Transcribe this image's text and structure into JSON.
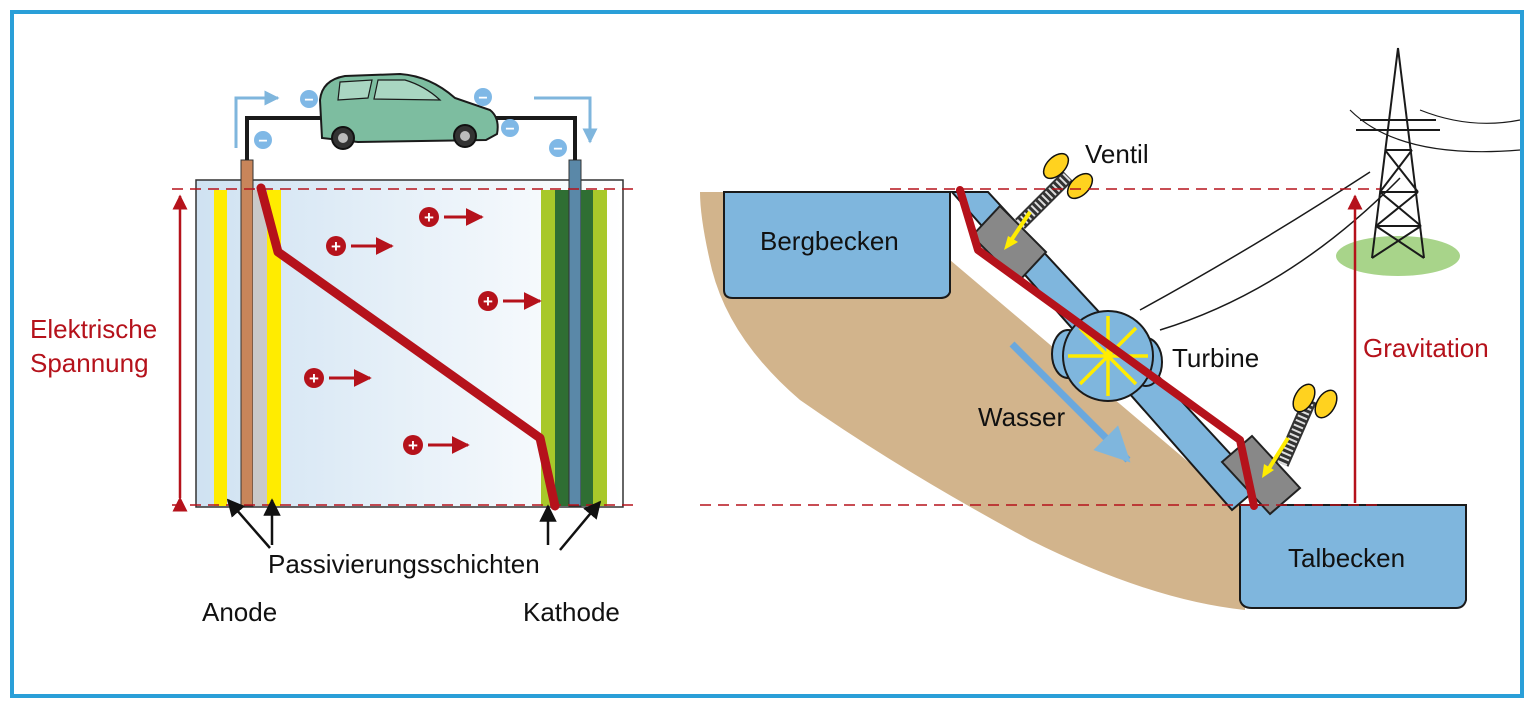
{
  "battery": {
    "voltage_label_line1": "Elektrische",
    "voltage_label_line2": "Spannung",
    "passivation_label": "Passivierungsschichten",
    "anode_label": "Anode",
    "cathode_label": "Kathode",
    "cation_symbol": "+",
    "electron_symbol": "−"
  },
  "pumped_storage": {
    "upper_reservoir_label": "Bergbecken",
    "lower_reservoir_label": "Talbecken",
    "valve_label": "Ventil",
    "turbine_label": "Turbine",
    "water_label": "Wasser",
    "gravity_label": "Gravitation"
  },
  "colors": {
    "frame": "#2a9fd8",
    "dimension_red": "#b5121b",
    "energy_path": "#b5121b",
    "water": "#7fb6dd",
    "ground": "#d2b48c",
    "car": "#7dbda0",
    "electron": "#7fb8e6",
    "yellow_layer": "#ffec00",
    "anode_electrode": "#c8855a",
    "cathode_electrode": "#5a88a8"
  }
}
